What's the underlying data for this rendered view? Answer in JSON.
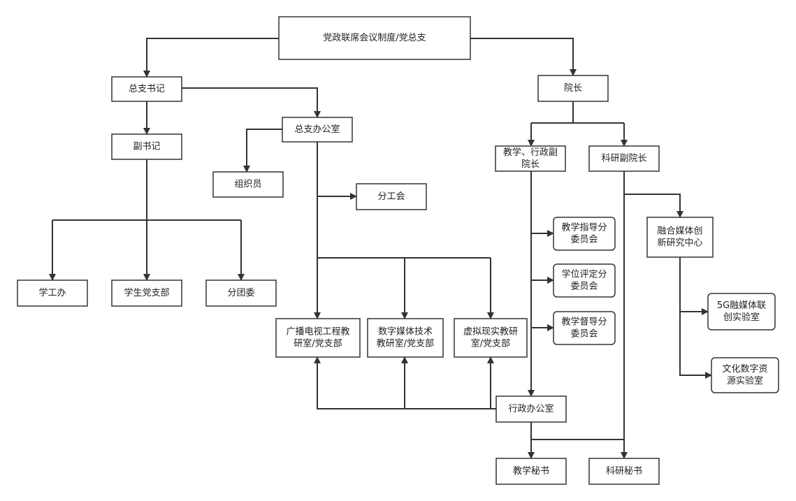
{
  "diagram": {
    "nodes": [
      {
        "id": "joint-meeting",
        "lines": [
          "党政联席会议制度/党总支"
        ],
        "rounded": false
      },
      {
        "id": "secretary",
        "lines": [
          "总支书记"
        ],
        "rounded": false
      },
      {
        "id": "dean",
        "lines": [
          "院长"
        ],
        "rounded": false
      },
      {
        "id": "deputy-secretary",
        "lines": [
          "副书记"
        ],
        "rounded": false
      },
      {
        "id": "branch-office",
        "lines": [
          "总支办公室"
        ],
        "rounded": false
      },
      {
        "id": "organizer",
        "lines": [
          "组织员"
        ],
        "rounded": false
      },
      {
        "id": "sub-union",
        "lines": [
          "分工会"
        ],
        "rounded": false
      },
      {
        "id": "student-office",
        "lines": [
          "学工办"
        ],
        "rounded": false
      },
      {
        "id": "student-party-branch",
        "lines": [
          "学生党支部"
        ],
        "rounded": false
      },
      {
        "id": "youth-league",
        "lines": [
          "分团委"
        ],
        "rounded": false
      },
      {
        "id": "broadcast-tv-dept",
        "lines": [
          "广播电视工程教",
          "研室/党支部"
        ],
        "rounded": false
      },
      {
        "id": "digital-media-dept",
        "lines": [
          "数字媒体技术",
          "教研室/党支部"
        ],
        "rounded": false
      },
      {
        "id": "vr-dept",
        "lines": [
          "虚拟现实教研",
          "室/党支部"
        ],
        "rounded": false
      },
      {
        "id": "vice-dean-teaching",
        "lines": [
          "教学、行政副",
          "院长"
        ],
        "rounded": false
      },
      {
        "id": "vice-dean-research",
        "lines": [
          "科研副院长"
        ],
        "rounded": false
      },
      {
        "id": "teaching-guidance-committee",
        "lines": [
          "教学指导分",
          "委员会"
        ],
        "rounded": true
      },
      {
        "id": "degree-committee",
        "lines": [
          "学位评定分",
          "委员会"
        ],
        "rounded": true
      },
      {
        "id": "teaching-supervision-committee",
        "lines": [
          "教学督导分",
          "委员会"
        ],
        "rounded": true
      },
      {
        "id": "admin-office",
        "lines": [
          "行政办公室"
        ],
        "rounded": false
      },
      {
        "id": "teaching-secretary",
        "lines": [
          "教学秘书"
        ],
        "rounded": false
      },
      {
        "id": "research-secretary",
        "lines": [
          "科研秘书"
        ],
        "rounded": false
      },
      {
        "id": "media-innovation-center",
        "lines": [
          "融合媒体创",
          "新研究中心"
        ],
        "rounded": false
      },
      {
        "id": "5g-lab",
        "lines": [
          "5G融媒体联",
          "创实验室"
        ],
        "rounded": true
      },
      {
        "id": "culture-resource-lab",
        "lines": [
          "文化数字资",
          "源实验室"
        ],
        "rounded": true
      }
    ]
  }
}
